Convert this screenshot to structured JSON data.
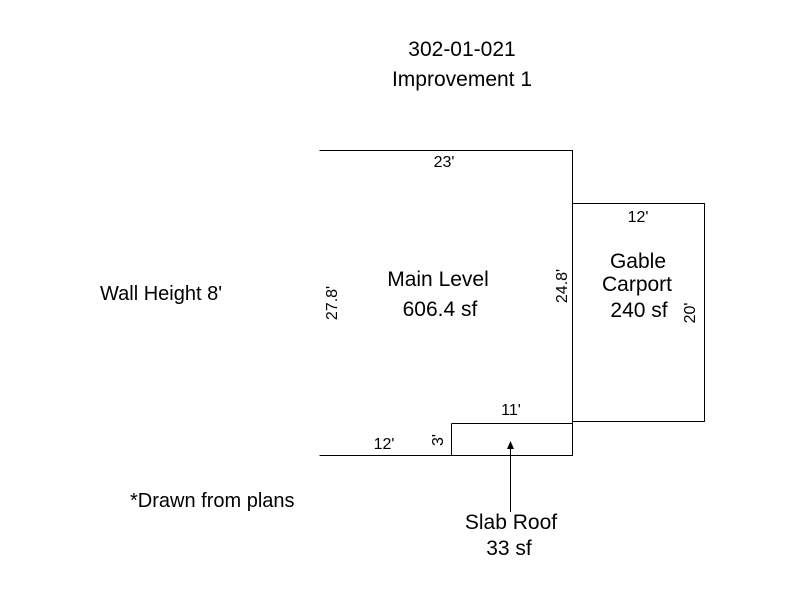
{
  "header": {
    "parcel_id": "302-01-021",
    "improvement": "Improvement 1"
  },
  "notes": {
    "wall_height": "Wall Height 8'",
    "drawn_from": "*Drawn from plans"
  },
  "areas": {
    "main_level": {
      "name": "Main Level",
      "area": "606.4 sf",
      "dims": {
        "top": "23'",
        "left": "27.8'",
        "right": "24.8'",
        "bottom": "12'",
        "step": "3'"
      }
    },
    "carport": {
      "name_line1": "Gable",
      "name_line2": "Carport",
      "area": "240 sf",
      "dims": {
        "top": "12'",
        "right": "20'"
      }
    },
    "slab_roof": {
      "name": "Slab Roof",
      "area": "33 sf",
      "dims": {
        "top": "11'"
      }
    }
  },
  "colors": {
    "line": "#000000",
    "background": "#ffffff"
  }
}
